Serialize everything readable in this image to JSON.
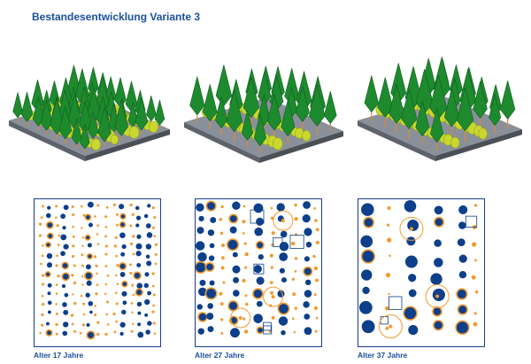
{
  "title": "Bestandesentwicklung Variante 3",
  "panels": [
    {
      "label": "Alter 17 Jahre"
    },
    {
      "label": "Alter 27 Jahre"
    },
    {
      "label": "Alter 37 Jahre"
    }
  ],
  "colors": {
    "title": "#1a4f9c",
    "spruce": "#1e8a2e",
    "spruce_dark": "#0f5e1d",
    "larch": "#c8d830",
    "ground": "#8a909a",
    "map_blue": "#0d3f8a",
    "map_orange": "#f29a2e"
  },
  "icons": [
    "spruce-tree-icon",
    "larch-tree-icon"
  ]
}
